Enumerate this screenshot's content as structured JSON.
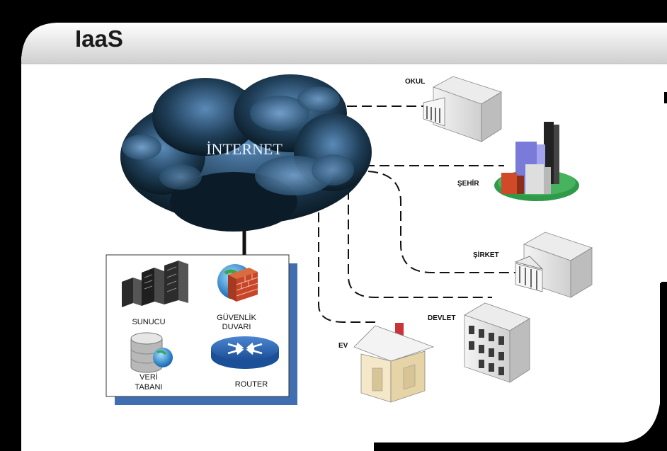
{
  "slide": {
    "title": "IaaS"
  },
  "cloud": {
    "label": "İNTERNET"
  },
  "nodes": {
    "okul": "OKUL",
    "sehir": "ŞEHİR",
    "sirket": "ŞİRKET",
    "devlet": "DEVLET",
    "ev": "EV"
  },
  "infra": {
    "server": "SUNUCU",
    "firewall_line1": "GÜVENLİK",
    "firewall_line2": "DUVARI",
    "database_line1": "VERİ",
    "database_line2": "TABANI",
    "router": "ROUTER"
  },
  "colors": {
    "cloud_dark": "#0a1a24",
    "cloud_light": "#5a8ab8",
    "box_shadow": "#3f6fb0",
    "house_roof": "#c8343a",
    "city_ground": "#2e9a4a"
  }
}
